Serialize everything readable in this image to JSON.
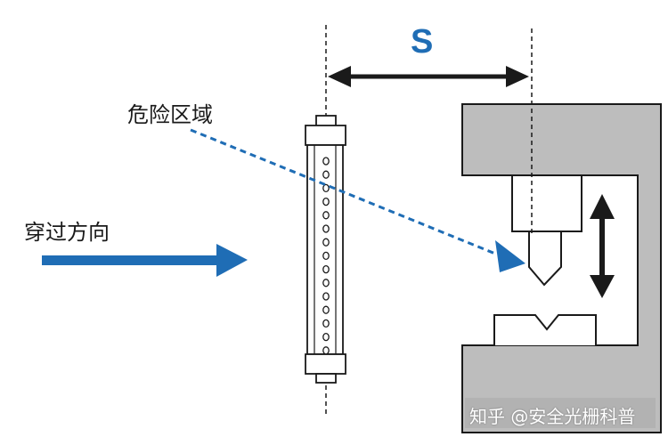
{
  "distance_label": "S",
  "danger_zone_label": "危险区域",
  "direction_label": "穿过方向",
  "watermark": "知乎 @安全光栅科普",
  "colors": {
    "accent_blue": "#1f6db5",
    "machine_gray": "#bdbdbd",
    "outline": "#1a1a1a",
    "text": "#1a1a1a"
  },
  "icons": {
    "light_curtain": "light-curtain-icon",
    "press_machine": "press-machine-icon"
  }
}
